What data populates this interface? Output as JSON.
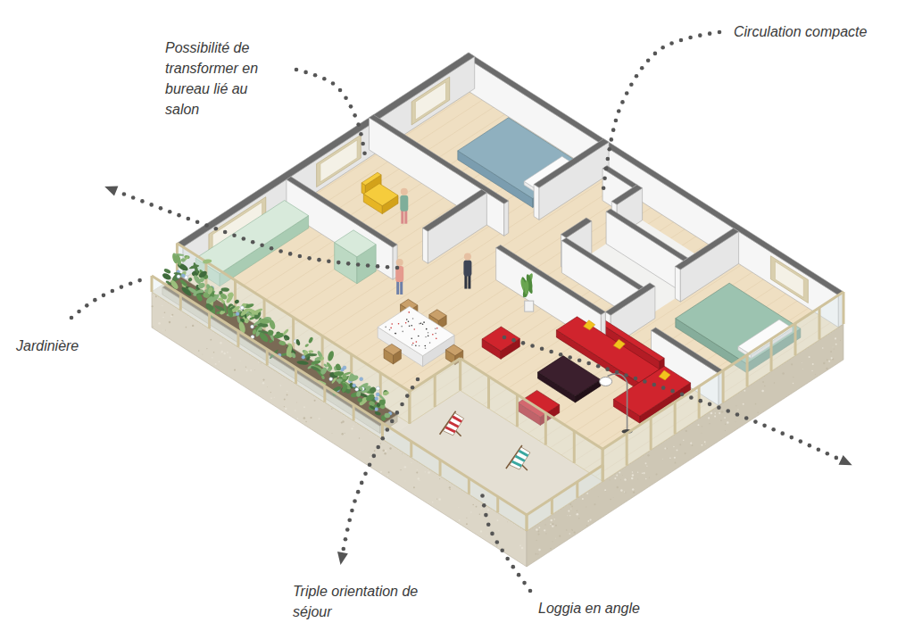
{
  "diagram": {
    "labels": [
      "Possibilité de transformer en bureau lié au salon",
      "Circulation compacte",
      "Jardinière",
      "Triple orientation de séjour",
      "Loggia en angle"
    ]
  }
}
